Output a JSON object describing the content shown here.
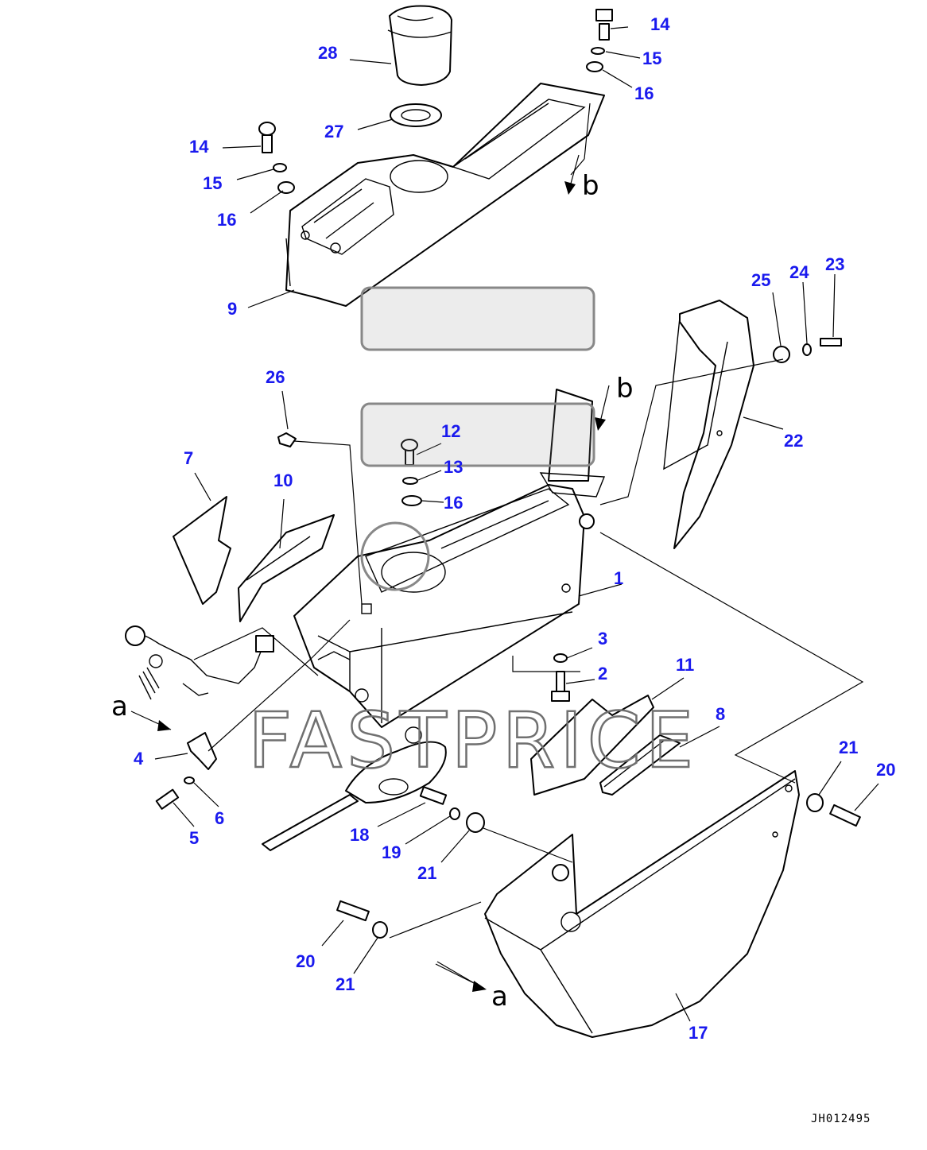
{
  "callouts": {
    "c1": "1",
    "c2": "2",
    "c3": "3",
    "c4": "4",
    "c5": "5",
    "c6": "6",
    "c7": "7",
    "c8": "8",
    "c9": "9",
    "c10": "10",
    "c11": "11",
    "c12": "12",
    "c13": "13",
    "c14a": "14",
    "c14b": "14",
    "c15a": "15",
    "c15b": "15",
    "c16a": "16",
    "c16b": "16",
    "c16c": "16",
    "c17": "17",
    "c18": "18",
    "c19": "19",
    "c20a": "20",
    "c20b": "20",
    "c21a": "21",
    "c21b": "21",
    "c21c": "21",
    "c22": "22",
    "c23": "23",
    "c24": "24",
    "c25": "25",
    "c26": "26",
    "c27": "27",
    "c28": "28"
  },
  "reference_marks": {
    "a_top": "a",
    "a_bottom": "a",
    "b_top": "b",
    "b_mid": "b"
  },
  "watermark": "FASTPRICE",
  "drawing_code": "JH012495",
  "colors": {
    "callout": "#1a1aee",
    "line": "#000000",
    "watermark": "#707070"
  }
}
